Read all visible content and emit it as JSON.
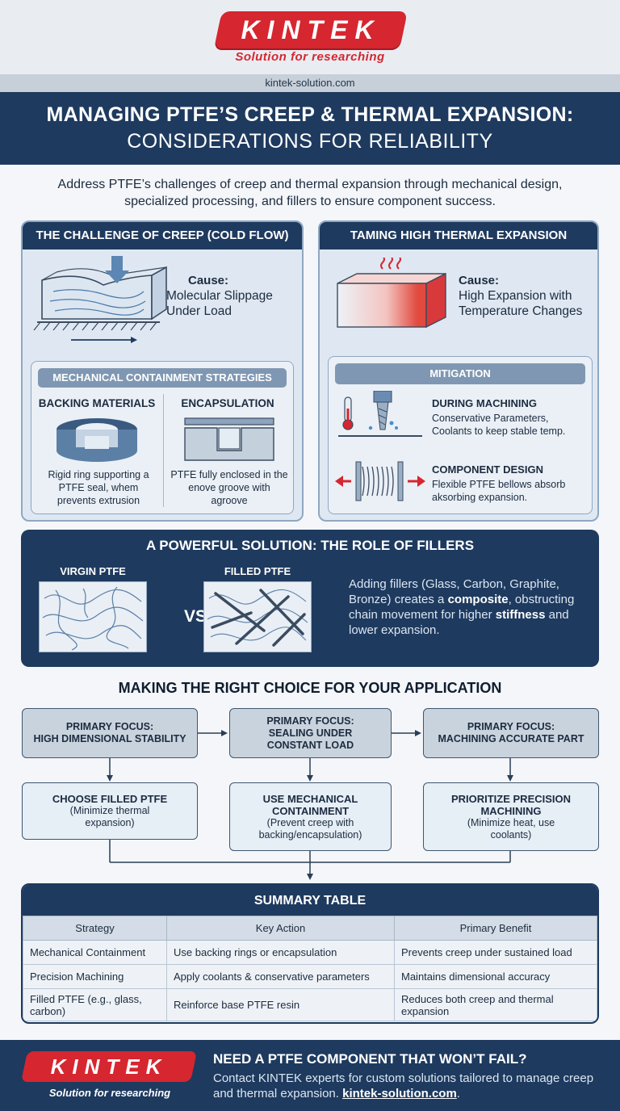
{
  "brand": {
    "logo_text": "KINTEK",
    "tagline": "Solution for researching",
    "url": "kintek-solution.com",
    "colors": {
      "brand_red": "#d62630",
      "navy": "#1e3a5f",
      "panel_blue": "#dfe8f2"
    }
  },
  "title": {
    "line1": "MANAGING PTFE’S CREEP & THERMAL EXPANSION:",
    "line2": "CONSIDERATIONS FOR RELIABILITY"
  },
  "intro": "Address PTFE’s challenges of creep and thermal expansion through mechanical design, specialized processing, and fillers to ensure component success.",
  "creep_panel": {
    "heading": "THE CHALLENGE OF CREEP (COLD FLOW)",
    "cause_label": "Cause:",
    "cause_text": "Molecular Slippage Under Load",
    "containment": {
      "heading": "MECHANICAL CONTAINMENT STRATEGIES",
      "backing_title": "BACKING MATERIALS",
      "backing_text": "Rigid ring supporting a PTFE seal, whem prevents extrusion",
      "encap_title": "ENCAPSULATION",
      "encap_text": "PTFE fully enclosed in the enove groove with agroove"
    }
  },
  "thermal_panel": {
    "heading": "TAMING HIGH THERMAL EXPANSION",
    "cause_label": "Cause:",
    "cause_text": "High Expansion with Temperature Changes",
    "mitigation": {
      "heading": "MITIGATION",
      "machining_title": "DURING MACHINING",
      "machining_text": "Conservative Parameters, Coolants to keep stable temp.",
      "design_title": "COMPONENT DESIGN",
      "design_text": "Flexible PTFE bellows absorb aksorbing expansion."
    }
  },
  "fillers": {
    "heading": "A POWERFUL SOLUTION: THE ROLE OF FILLERS",
    "virgin_label": "VIRGIN PTFE",
    "filled_label": "FILLED PTFE",
    "vs": "VS",
    "desc_1": "Adding fillers (Glass, Carbon, Graphite, Bronze) creates a ",
    "desc_b1": "composite",
    "desc_2": ", obstructing chain movement for higher ",
    "desc_b2": "stiffness",
    "desc_3": " and lower expansion."
  },
  "choices": {
    "heading": "MAKING THE RIGHT CHOICE FOR YOUR APPLICATION",
    "focus": [
      {
        "line1": "PRIMARY FOCUS:",
        "line2": "HIGH DIMENSIONAL STABILITY"
      },
      {
        "line1": "PRIMARY FOCUS:",
        "line2": "SEALING UNDER CONSTANT LOAD"
      },
      {
        "line1": "PRIMARY FOCUS:",
        "line2": "MACHINING ACCURATE PART"
      }
    ],
    "actions": [
      {
        "title": "CHOOSE FILLED PTFE",
        "detail": "(Minimize thermal expansion)"
      },
      {
        "title": "USE MECHANICAL CONTAINMENT",
        "detail": "(Prevent creep with backing/encapsulation)"
      },
      {
        "title": "PRIORITIZE PRECISION MACHINING",
        "detail": "(Minimize heat, use coolants)"
      }
    ]
  },
  "summary": {
    "heading": "SUMMARY TABLE",
    "columns": [
      "Strategy",
      "Key Action",
      "Primary Benefit"
    ],
    "rows": [
      [
        "Mechanical Containment",
        "Use backing rings or encapsulation",
        "Prevents creep under sustained load"
      ],
      [
        "Precision Machining",
        "Apply coolants & conservative parameters",
        "Maintains dimensional accuracy"
      ],
      [
        "Filled PTFE (e.g., glass, carbon)",
        "Reinforce base PTFE resin",
        "Reduces both creep and thermal expansion"
      ]
    ]
  },
  "footer": {
    "heading": "NEED A PTFE COMPONENT THAT WON’T FAIL?",
    "text": "Contact KINTEK experts for custom solutions tailored to manage creep and thermal expansion. ",
    "link": "kintek-solution.com",
    "end": "."
  }
}
